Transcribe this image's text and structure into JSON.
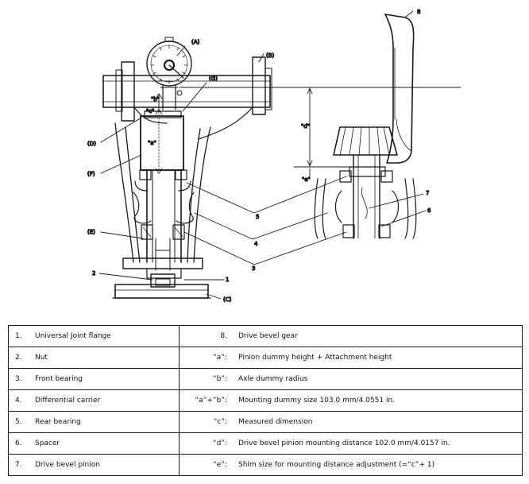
{
  "diagram": {
    "callouts": {
      "A": "(A)",
      "B": "(B)",
      "C": "(C)",
      "D": "(D)",
      "E": "(E)",
      "F": "(F)",
      "G": "(G)",
      "n1": "1",
      "n2": "2",
      "n3": "3",
      "n4": "4",
      "n5": "5",
      "n7": "7",
      "n6": "6",
      "n8": "8"
    },
    "dimensions": {
      "a": "\"a\"",
      "b": "\"b\"",
      "c": "\"c\"",
      "d": "\"d\"",
      "e": "\"e\""
    }
  },
  "legend": {
    "rows": [
      {
        "left_num": "1.",
        "left_text": "Universal Joint flange",
        "right_key": "8.",
        "right_text": "Drive bevel gear"
      },
      {
        "left_num": "2.",
        "left_text": "Nut",
        "right_key": "“a”:",
        "right_text": "Pinion dummy height + Attachment height"
      },
      {
        "left_num": "3.",
        "left_text": "Front bearing",
        "right_key": "“b”:",
        "right_text": "Axle dummy radius"
      },
      {
        "left_num": "4.",
        "left_text": "Differential carrier",
        "right_key": "“a”+“b”:",
        "right_text": "Mounting dummy size 103.0 mm/4.0551 in."
      },
      {
        "left_num": "5.",
        "left_text": "Rear bearing",
        "right_key": "“c”:",
        "right_text": "Measured dimension"
      },
      {
        "left_num": "6.",
        "left_text": "Spacer",
        "right_key": "“d”:",
        "right_text": "Drive bevel pinion mounting distance 102.0 mm/4.0157 in."
      },
      {
        "left_num": "7.",
        "left_text": "Drive bevel pinion",
        "right_key": "“e”:",
        "right_text": "Shim size for mounting distance adjustment (=“c”+ 1)"
      }
    ]
  }
}
